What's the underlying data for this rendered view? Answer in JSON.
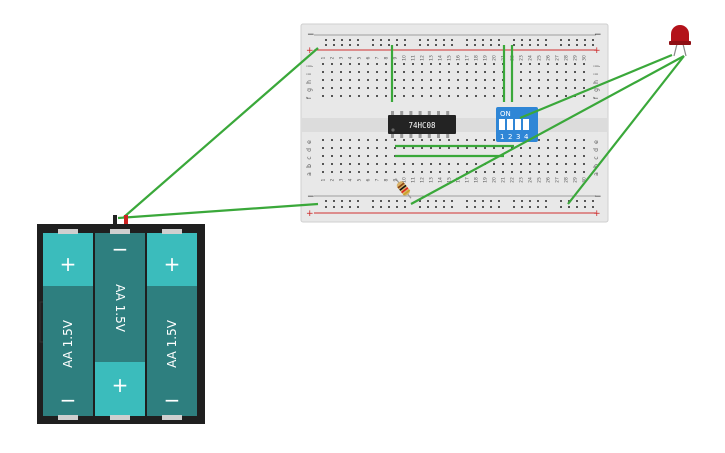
{
  "breadboard": {
    "rail_plus": "+",
    "rail_minus": "−",
    "row_letters_top": [
      "j",
      "i",
      "h",
      "g",
      "f"
    ],
    "row_letters_bottom": [
      "e",
      "d",
      "c",
      "b",
      "a"
    ],
    "columns": [
      "1",
      "2",
      "3",
      "4",
      "5",
      "6",
      "7",
      "8",
      "9",
      "10",
      "11",
      "12",
      "13",
      "14",
      "15",
      "16",
      "17",
      "18",
      "19",
      "20",
      "21",
      "22",
      "23",
      "24",
      "25",
      "26",
      "27",
      "28",
      "29",
      "30"
    ]
  },
  "chip": {
    "label": "74HC08"
  },
  "dip_switch": {
    "label": "ON",
    "numbers": [
      "1",
      "2",
      "3",
      "4"
    ]
  },
  "battery_pack": {
    "cells": [
      {
        "label": "AA 1.5V",
        "top_symbol": "+",
        "bottom_symbol": "−"
      },
      {
        "label": "AA 1.5V",
        "top_symbol": "−",
        "bottom_symbol": "+"
      },
      {
        "label": "AA 1.5V",
        "top_symbol": "+",
        "bottom_symbol": "−"
      }
    ]
  },
  "colors": {
    "wire": "#3aa83a",
    "breadboard": "#e6e6e6",
    "rail_red": "#d03030",
    "rail_black": "#222222",
    "battery_cell": "#2e7f7f",
    "battery_body": "#1f1f1f",
    "dip": "#2f86d6",
    "chip": "#222222",
    "led": "#b3121a"
  }
}
